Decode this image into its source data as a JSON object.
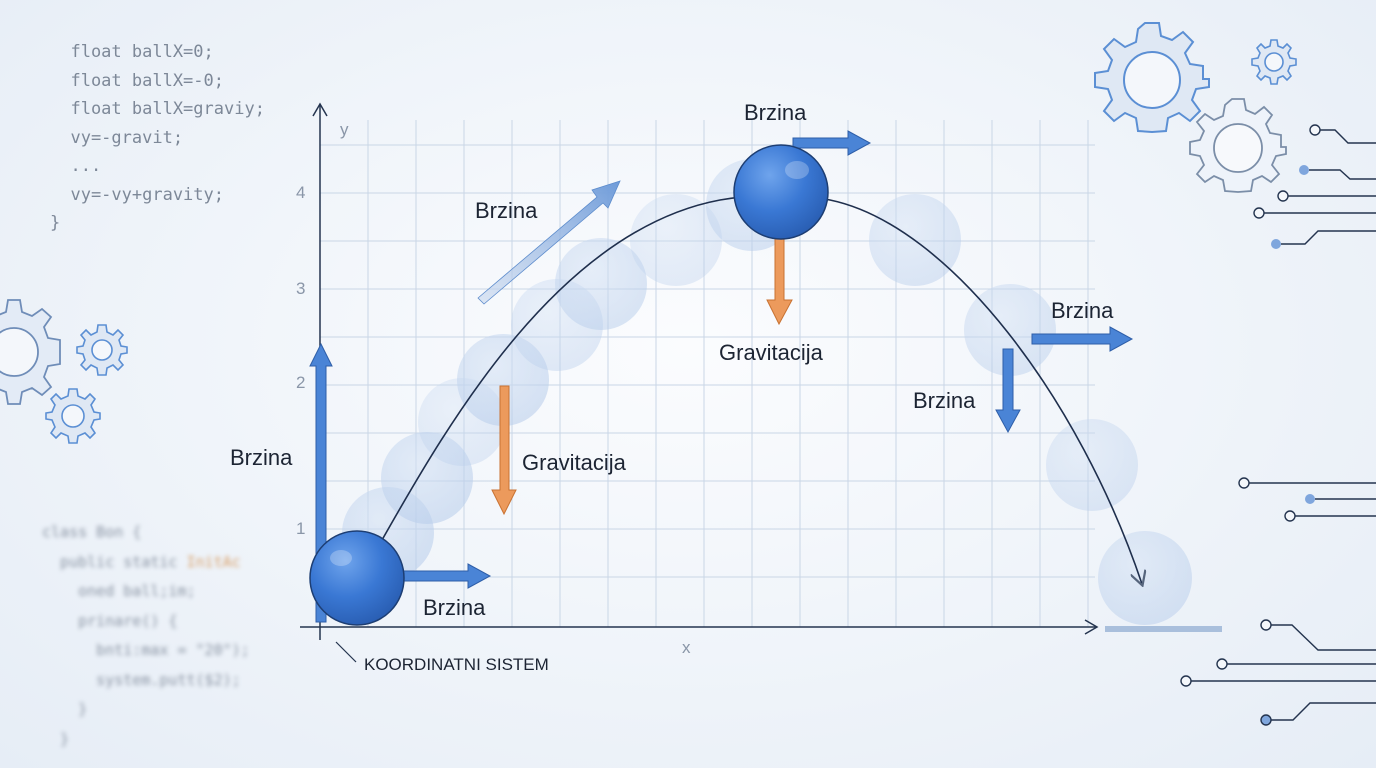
{
  "code_top": [
    "  float ballX=0;",
    "  float ballX=-0;",
    "  float ballX=graviy;",
    "  vy=-gravit;",
    "  ...",
    "  vy=-vy+gravity;",
    "}"
  ],
  "code_bottom": {
    "line1": "class Bon {",
    "line2a": "  public static ",
    "line2b": "InitAc",
    "line3": "    oned ball;im;",
    "line4": "    prinare() {",
    "line5": "      bnti:max = \"20\");",
    "line6": "      system.putt($2);",
    "line7": "    }",
    "line8": "  }"
  },
  "axes": {
    "x_label": "x",
    "y_label": "y",
    "y_ticks": [
      "1",
      "2",
      "3",
      "4"
    ],
    "caption": "KOORDINATNI SISTEM"
  },
  "labels": {
    "velocity_up": "Brzina",
    "velocity_right_start": "Brzina",
    "velocity_diagonal": "Brzina",
    "gravity_1": "Gravitacija",
    "velocity_top": "Brzina",
    "gravity_top": "Gravitacija",
    "velocity_right_descent": "Brzina",
    "velocity_down_descent": "Brzina"
  },
  "colors": {
    "ball": "#3a78d4",
    "arrow_blue": "#4a84d6",
    "arrow_orange": "#ec9a5c",
    "grid": "#c9d6e6",
    "axis": "#24344f",
    "trajectory": "#1f2f4d",
    "decor": "#5b8fd4"
  },
  "icons": [
    "gear-icon",
    "circuit-trace-icon"
  ]
}
